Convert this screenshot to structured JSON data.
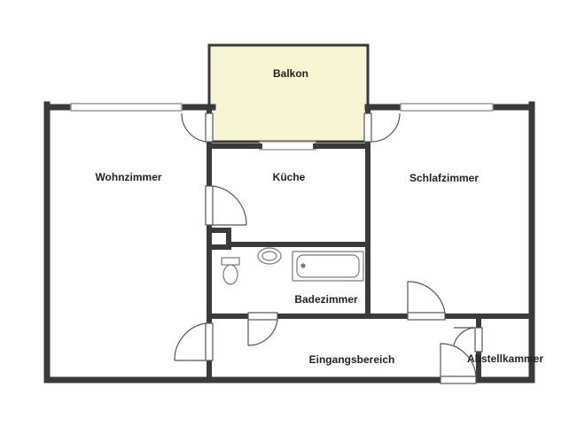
{
  "rooms": {
    "balkon": "Balkon",
    "wohnzimmer": "Wohnzimmer",
    "kueche": "Küche",
    "schlafzimmer": "Schlafzimmer",
    "badezimmer": "Badezimmer",
    "eingangsbereich": "Eingangsbereich",
    "abstellkammer": "Abstellkammer"
  },
  "colors": {
    "wall": "#3a3a3a",
    "balcony_fill": "#f7f5d2",
    "window": "#cfcfcf",
    "fixture": "#9a9a9a"
  }
}
